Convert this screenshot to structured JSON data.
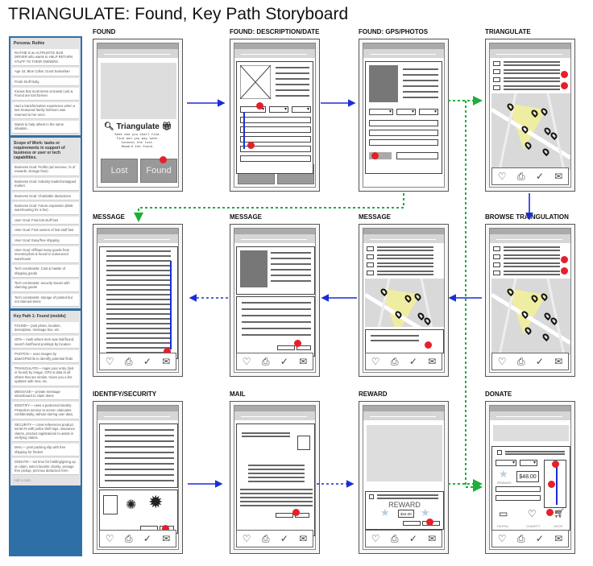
{
  "title": "TRIANGULATE: Found, Key Path Storyboard",
  "sidebar": {
    "lists": [
      {
        "title": "Persona: Ruthie",
        "cards": [
          "RUTHIE is an ALTRUISTIC BUS DRIVER who wants to HELP RETURN STUFF TO THEIR OWNERS.",
          "Age 43, Blue Collar, Good Samaritan",
          "Finds Stuff Daily.",
          "Knows that most items at transit Lost & Found are lost forever.",
          "Had a transformative experience when a lost treasured family heirloom was returned to her once.",
          "Wants to help others in the same situation."
        ]
      },
      {
        "title": "Scope of Work: tasks or requirements in support of business or user or tech capabilities.",
        "cards": [
          "Business Goal: Profits (ad revenue, % of rewards, storage fees)",
          "Business Goal: Industry leader/Untapped market",
          "Business Goal: Charitable deductions",
          "Business Goal: Future expansion (B2B warehousing for a fee)",
          "User Goal: Find lost stuff fast",
          "User Goal: Find owners of lost stuff fast",
          "User Goal: Easy/free shipping",
          "User Goal: Offload many goods from inventory/lost & found to outsourced warehouse",
          "Tech constraints: Cost & hassle of shipping goods",
          "Tech constraints: security issues with claiming goods",
          "Tech constraints: storage of posted but not claimed items"
        ]
      },
      {
        "title": "Key Path 1: Found (mobile)",
        "cards": [
          "FOUND— post photo, location, description, message box, etc.",
          "GPS— mark where item was lost/found, search lost/found postings by location",
          "PHOTOS— scan images by date/GPS/info to identify potential finds",
          "TRIANGULATE— maps your entry (lost or found) by image, GPS & data to all others that are similar. Gives you a list, updates with new, etc.",
          "MESSAGE— private message inbox/board to claim items",
          "IDENTIFY— uses a partnered Identity Protection service to screen claimants confidentially, without storing user data.",
          "SECURITY— cross-references product serial #s with police theft logs, insurance claims, product registrations to assist in verifying claims.",
          "MAIL— print packing slip with free shipping for finders",
          "DONATE— set time for holding/giving up on claim, select favorite charity, arrange free pickup, print tax deduction form"
        ],
        "add_card": "Add a card..."
      }
    ]
  },
  "screens": [
    {
      "label": "FOUND",
      "type": "found"
    },
    {
      "label": "FOUND: DESCRIPTION/DATE",
      "type": "desc"
    },
    {
      "label": "FOUND: GPS/PHOTOS",
      "type": "gps"
    },
    {
      "label": "TRIANGULATE",
      "type": "map"
    },
    {
      "label": "MESSAGE",
      "type": "msg1"
    },
    {
      "label": "MESSAGE",
      "type": "msg2"
    },
    {
      "label": "MESSAGE",
      "type": "msg3"
    },
    {
      "label": "BROWSE TRAINGULATION",
      "type": "map"
    },
    {
      "label": "IDENTIFY/SECURITY",
      "type": "identify"
    },
    {
      "label": "MAIL",
      "type": "mail"
    },
    {
      "label": "REWARD",
      "type": "reward"
    },
    {
      "label": "DONATE",
      "type": "donate"
    }
  ],
  "found": {
    "app_name": "Triangulate",
    "tagline": [
      "Seek and you shall find.",
      "Find and you may seek.",
      "Connect the lost.",
      "Reward the found."
    ],
    "lost": "Lost",
    "found": "Found"
  },
  "reward": {
    "title": "REWARD",
    "amount": "$44.00"
  },
  "donate": {
    "amount": "$48.00",
    "reward": "REWARD",
    "paypal": "PAYPAL",
    "charity": "CHARITY",
    "shop": "SHOP"
  },
  "colors": {
    "arrow_blue": "#1a2ed6",
    "arrow_green": "#1fae3a",
    "dot_red": "#e5202a",
    "sidebar": "#2f6fa8"
  }
}
